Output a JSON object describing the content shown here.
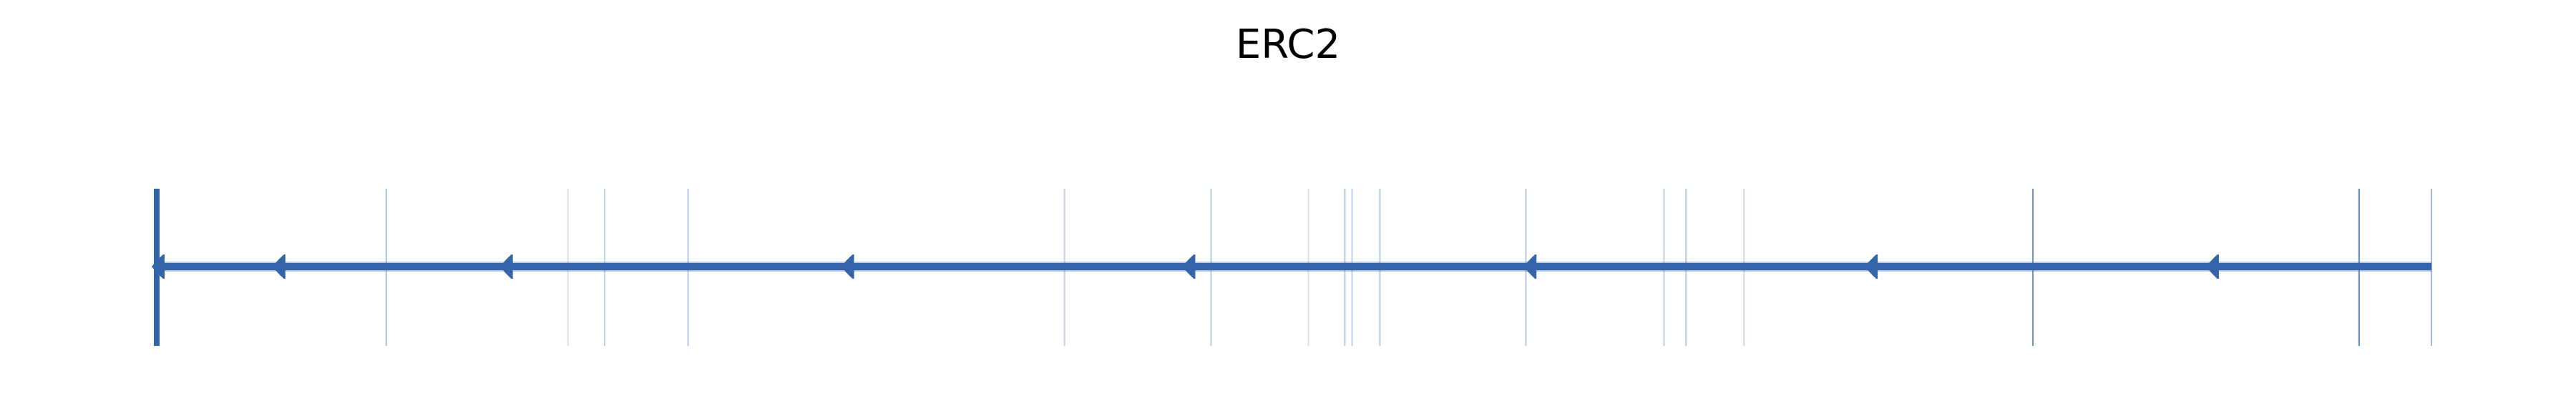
{
  "title": "ERC2",
  "color": "#3465aa",
  "strand": "-",
  "gene_span_relative": [
    0,
    1
  ],
  "exons": [
    {
      "pos": 0.0,
      "weight": 1.0
    },
    {
      "pos": 0.1009,
      "weight": 0.4
    },
    {
      "pos": 0.1808,
      "weight": 0.2
    },
    {
      "pos": 0.1969,
      "weight": 0.3
    },
    {
      "pos": 0.2336,
      "weight": 0.35
    },
    {
      "pos": 0.3991,
      "weight": 0.3
    },
    {
      "pos": 0.4635,
      "weight": 0.35
    },
    {
      "pos": 0.5063,
      "weight": 0.2
    },
    {
      "pos": 0.5223,
      "weight": 0.35
    },
    {
      "pos": 0.5255,
      "weight": 0.3
    },
    {
      "pos": 0.5377,
      "weight": 0.35
    },
    {
      "pos": 0.6019,
      "weight": 0.35
    },
    {
      "pos": 0.6626,
      "weight": 0.3
    },
    {
      "pos": 0.6723,
      "weight": 0.35
    },
    {
      "pos": 0.6978,
      "weight": 0.25
    },
    {
      "pos": 0.8248,
      "weight": 0.7
    },
    {
      "pos": 0.9682,
      "weight": 0.8
    },
    {
      "pos": 1.0,
      "weight": 0.45
    }
  ],
  "arrows": [
    0.0022,
    0.0553,
    0.1553,
    0.3053,
    0.4553,
    0.6053,
    0.7553,
    0.9053
  ]
}
